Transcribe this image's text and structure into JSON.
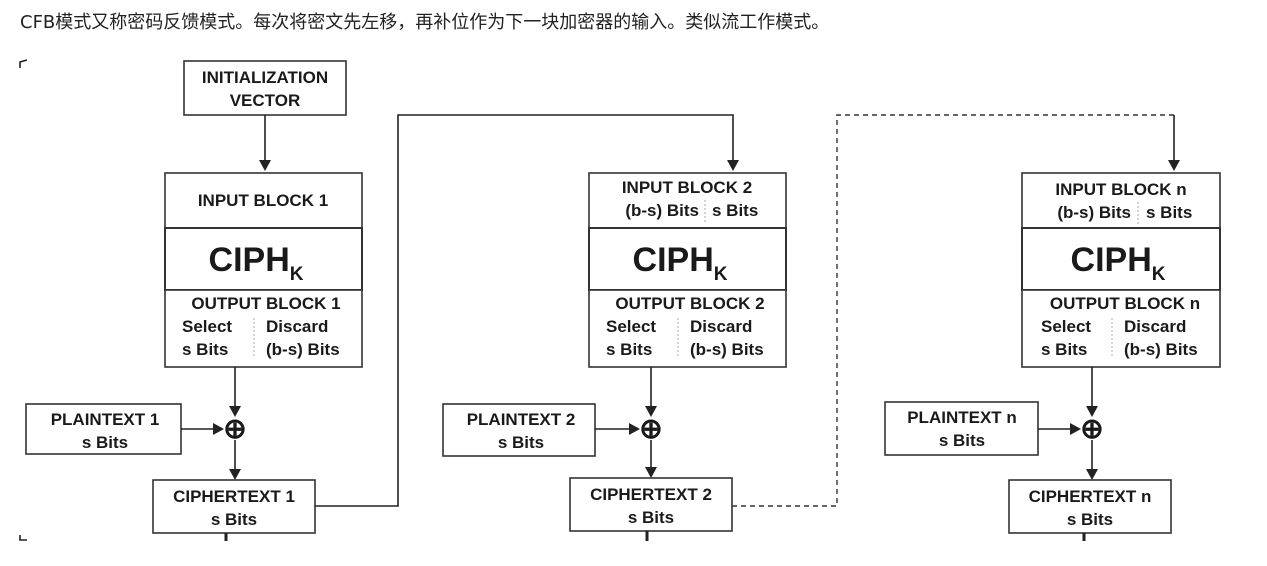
{
  "caption": "CFB模式又称密码反馈模式。每次将密文先左移，再补位作为下一块加密器的输入。类似流工作模式。",
  "diagram": {
    "iv": {
      "line1": "INITIALIZATION",
      "line2": "VECTOR"
    },
    "blocks": [
      {
        "input_title": "INPUT BLOCK 1",
        "input_sub_left": "",
        "input_sub_right": "",
        "output_title": "OUTPUT BLOCK 1",
        "plaintext": "PLAINTEXT 1",
        "ciphertext": "CIPHERTEXT 1"
      },
      {
        "input_title": "INPUT BLOCK 2",
        "input_sub_left": "(b-s) Bits",
        "input_sub_right": "s Bits",
        "output_title": "OUTPUT BLOCK 2",
        "plaintext": "PLAINTEXT 2",
        "ciphertext": "CIPHERTEXT 2"
      },
      {
        "input_title": "INPUT BLOCK n",
        "input_sub_left": "(b-s) Bits",
        "input_sub_right": "s Bits",
        "output_title": "OUTPUT BLOCK n",
        "plaintext": "PLAINTEXT n",
        "ciphertext": "CIPHERTEXT n"
      }
    ],
    "cipher_main": "CIPH",
    "cipher_sub": "K",
    "select_label": "Select",
    "select_bits": "s Bits",
    "discard_label": "Discard",
    "discard_bits": "(b-s) Bits",
    "s_bits": "s Bits",
    "xor_symbol": "⊕"
  }
}
